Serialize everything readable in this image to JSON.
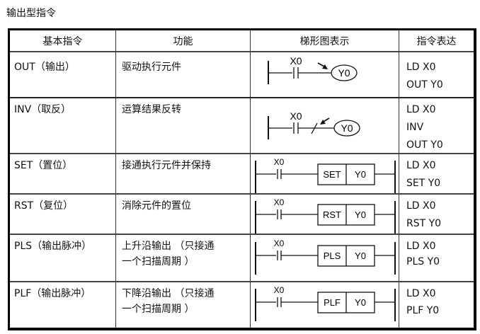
{
  "title": "输出型指令",
  "table": {
    "headers": [
      "基本指令",
      "功能",
      "梯形图表示",
      "指令表达"
    ],
    "rows": [
      {
        "instruction": "OUT（输出）",
        "function": [
          "驱动执行元件"
        ],
        "ladder": {
          "type": "coil",
          "contact": "X0",
          "coil": "Y0"
        },
        "expression": [
          "LD   X0",
          "OUT Y0"
        ]
      },
      {
        "instruction": "INV（取反）",
        "function": [
          "运算结果反转"
        ],
        "ladder": {
          "type": "inverted-coil",
          "contact": "X0",
          "coil": "Y0"
        },
        "expression": [
          "LD X0",
          "INV",
          "OUT Y0"
        ]
      },
      {
        "instruction": "SET（置位）",
        "function": [
          "接通执行元件并保持"
        ],
        "ladder": {
          "type": "box",
          "contact": "X0",
          "op": "SET",
          "operand": "Y0"
        },
        "expression": [
          "LD X0",
          "SET Y0"
        ]
      },
      {
        "instruction": "RST（复位）",
        "function": [
          "消除元件的置位"
        ],
        "ladder": {
          "type": "box",
          "contact": "X0",
          "op": "RST",
          "operand": "Y0"
        },
        "expression": [
          "LD X0",
          "RST Y0"
        ]
      },
      {
        "instruction": "PLS（输出脉冲）",
        "function": [
          "上升沿输出 （只接通",
          "一个扫描周期  ）"
        ],
        "ladder": {
          "type": "box",
          "contact": "X0",
          "op": "PLS",
          "operand": "Y0"
        },
        "expression": [
          "LD X0",
          "PLS Y0"
        ]
      },
      {
        "instruction": "PLF（输出脉冲）",
        "function": [
          "下降沿输出 （只接通",
          "一个扫描周期  ）"
        ],
        "ladder": {
          "type": "box",
          "contact": "X0",
          "op": "PLF",
          "operand": "Y0"
        },
        "expression": [
          "LD X0",
          "PLF Y0"
        ]
      }
    ]
  }
}
